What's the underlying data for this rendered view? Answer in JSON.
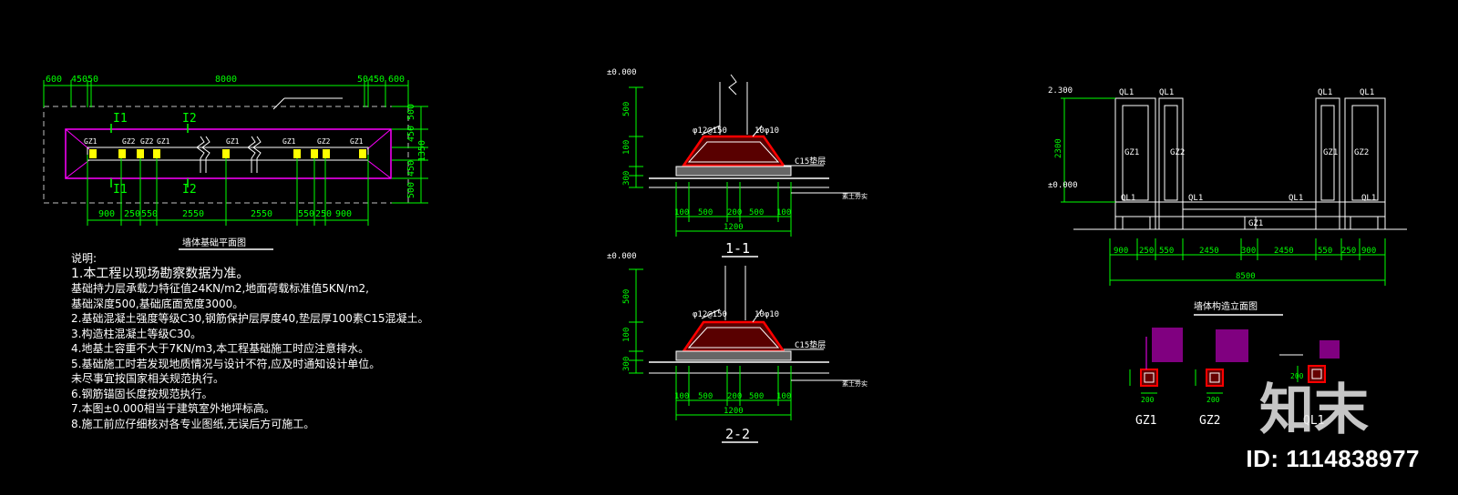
{
  "colors": {
    "background": "#000000",
    "dim": "#00ff00",
    "outline": "#ffffff",
    "highlight": "#ff00ff",
    "rebar": "#ff0000",
    "column": "#ffff00",
    "text": "#ffffff"
  },
  "plan": {
    "top_dims": [
      "600",
      "450",
      "50",
      "8000",
      "50",
      "450",
      "600"
    ],
    "bottom_dims": [
      "900",
      "250",
      "550",
      "2550",
      "2550",
      "550",
      "250",
      "900"
    ],
    "right_dims": [
      "500",
      "450",
      "1350",
      "450",
      "500"
    ],
    "labels": [
      "I1",
      "I2",
      "I1",
      "I2"
    ],
    "columns": [
      "GZ1",
      "GZ2",
      "GZ2",
      "GZ1",
      "GZ1",
      "GZ1",
      "GZ2",
      "GZ1"
    ]
  },
  "notes": {
    "heading": "说明:",
    "lines": [
      "1.本工程以现场勘察数据为准。",
      "  基础持力层承载力特征值24KN/m2,地面荷载标准值5KN/m2,",
      "  基础深度500,基础底面宽度3000。",
      "2.基础混凝土强度等级C30,钢筋保护层厚度40,垫层厚100素C15混凝土。",
      "3.构造柱混凝土等级C30。",
      "4.地基土容重不大于7KN/m3,本工程基础施工时应注意排水。",
      "5.基础施工时若发现地质情况与设计不符,应及时通知设计单位。",
      "  未尽事宜按国家相关规范执行。",
      "6.钢筋锚固长度按规范执行。",
      "7.本图±0.000相当于建筑室外地坪标高。",
      "8.施工前应仔细核对各专业图纸,无误后方可施工。"
    ]
  },
  "section1": {
    "label": "1-1",
    "elevations": [
      "±0.000"
    ],
    "dims_bottom": [
      "100",
      "500",
      "200",
      "500",
      "100"
    ],
    "dim_total": "1200",
    "dims_left": [
      "500",
      "100",
      "300"
    ],
    "rebar_labels": [
      "φ12@150",
      "10φ10"
    ],
    "concrete": "C15垫层",
    "soil": "素土夯实"
  },
  "section2": {
    "label": "2-2",
    "elevations": [
      "±0.000"
    ],
    "dims_bottom": [
      "100",
      "500",
      "200",
      "500",
      "100"
    ],
    "dim_total": "1200",
    "dims_left": [
      "500",
      "100",
      "300"
    ],
    "rebar_labels": [
      "φ12@150",
      "10φ10"
    ],
    "concrete": "C15垫层",
    "soil": "素土夯实"
  },
  "elevation": {
    "elevations": [
      "2.300",
      "±0.000"
    ],
    "height_dim": "2300",
    "dims_bottom": [
      "900",
      "250",
      "550",
      "2450",
      "300",
      "2450",
      "550",
      "250",
      "900"
    ],
    "dim_total": "8500",
    "beam_labels": [
      "QL1",
      "QL1",
      "QL1",
      "QL1",
      "QL1",
      "QL1",
      "QL1",
      "QL1"
    ],
    "column_labels": [
      "GZ1",
      "GZ2",
      "GZ1",
      "GZ2"
    ],
    "bottom_label": "GZ1"
  },
  "details": {
    "items": [
      {
        "name": "GZ1",
        "dim": "200"
      },
      {
        "name": "GZ2",
        "dim": "200"
      },
      {
        "name": "QL1",
        "dim": "200"
      }
    ]
  },
  "watermark": {
    "id_text": "ID: 1114838977",
    "logo": "知末"
  }
}
